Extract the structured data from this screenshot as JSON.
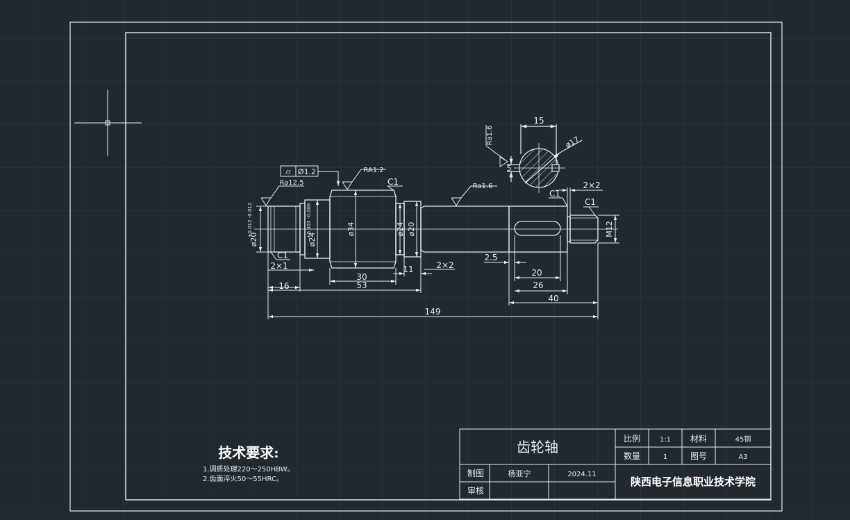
{
  "colors": {
    "background": "#212830",
    "grid": "#2e3843",
    "line": "#e8ecef",
    "accent": "#ffffff"
  },
  "icons": [
    "crosshair-cursor-icon"
  ],
  "dimensions": {
    "d149": "149",
    "d53": "53",
    "d30": "30",
    "d16": "16",
    "d2x1": "2×1",
    "d11": "11",
    "d2x2a": "2×2",
    "d2_5": "2.5",
    "d20": "20",
    "d26": "26",
    "d40": "40",
    "d2x2b": "2×2",
    "d15": "15",
    "d5": "5",
    "dia17": "ø17",
    "m12": "M12",
    "dia34": "ø34",
    "dia24a": "ø24",
    "dia20a": "ø20",
    "dia24b": "ø24",
    "dia24b_tol": "+0.003 -0.006",
    "dia20b": "ø20",
    "dia20b_tol": "+0.012 -0.012"
  },
  "roughness": {
    "r1": "Ra12.5",
    "r2": "RA1.2",
    "r3": "Ra1.6",
    "r4": "Ra1.6"
  },
  "chamfers": {
    "c1": "C1",
    "c2": "C1",
    "c3": "C1",
    "c4": "C1"
  },
  "tolerance_frame": {
    "symbol": "⌭",
    "value": "Ø1.2"
  },
  "tech": {
    "title": "技术要求:",
    "line1": "1.调质处理220～250HBW。",
    "line2": "2.齿面淬火50～55HRC。"
  },
  "title_block": {
    "part_name": "齿轮轴",
    "scale_label": "比例",
    "scale_value": "1:1",
    "material_label": "材料",
    "material_value": "45钢",
    "qty_label": "数量",
    "qty_value": "1",
    "drawing_no_label": "图号",
    "drawing_no_value": "A3",
    "drawn_label": "制图",
    "drawn_by": "杨亚宁",
    "date": "2024.11",
    "check_label": "审核",
    "school": "陕西电子信息职业技术学院"
  }
}
